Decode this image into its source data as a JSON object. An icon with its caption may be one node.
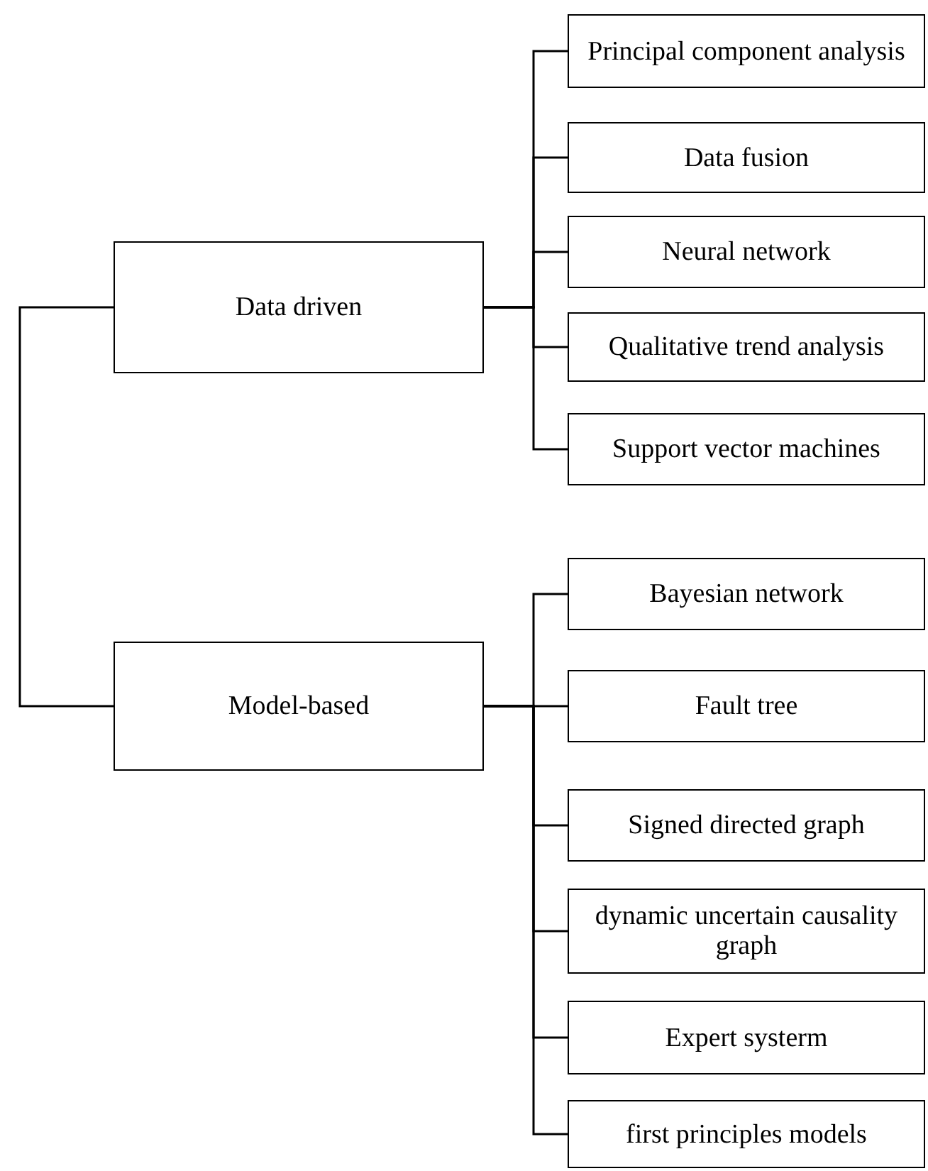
{
  "diagram": {
    "nodes": [
      {
        "text": [
          "Data driven"
        ]
      },
      {
        "text": [
          "Principal component analysis"
        ]
      },
      {
        "text": [
          "Data fusion"
        ]
      },
      {
        "text": [
          "Neural network"
        ]
      },
      {
        "text": [
          "Qualitative trend analysis"
        ]
      },
      {
        "text": [
          "Support vector machines"
        ]
      },
      {
        "text": [
          "Model-based"
        ]
      },
      {
        "text": [
          "Bayesian network"
        ]
      },
      {
        "text": [
          "Fault tree"
        ]
      },
      {
        "text": [
          "Signed directed graph"
        ]
      },
      {
        "text": [
          "dynamic uncertain causality graph"
        ]
      },
      {
        "text": [
          "Expert systerm"
        ]
      },
      {
        "text": [
          "first principles models"
        ]
      }
    ],
    "edges": [
      {
        "from": 0,
        "to": 6,
        "arrow": "none"
      },
      {
        "from": 0,
        "to": 1,
        "arrow": "none"
      },
      {
        "from": 0,
        "to": 2,
        "arrow": "none"
      },
      {
        "from": 0,
        "to": 3,
        "arrow": "none"
      },
      {
        "from": 0,
        "to": 4,
        "arrow": "none"
      },
      {
        "from": 0,
        "to": 5,
        "arrow": "none"
      },
      {
        "from": 6,
        "to": 7,
        "arrow": "none"
      },
      {
        "from": 6,
        "to": 8,
        "arrow": "none"
      },
      {
        "from": 6,
        "to": 9,
        "arrow": "none"
      },
      {
        "from": 6,
        "to": 10,
        "arrow": "none"
      },
      {
        "from": 6,
        "to": 11,
        "arrow": "none"
      },
      {
        "from": 6,
        "to": 12,
        "arrow": "none"
      }
    ]
  }
}
